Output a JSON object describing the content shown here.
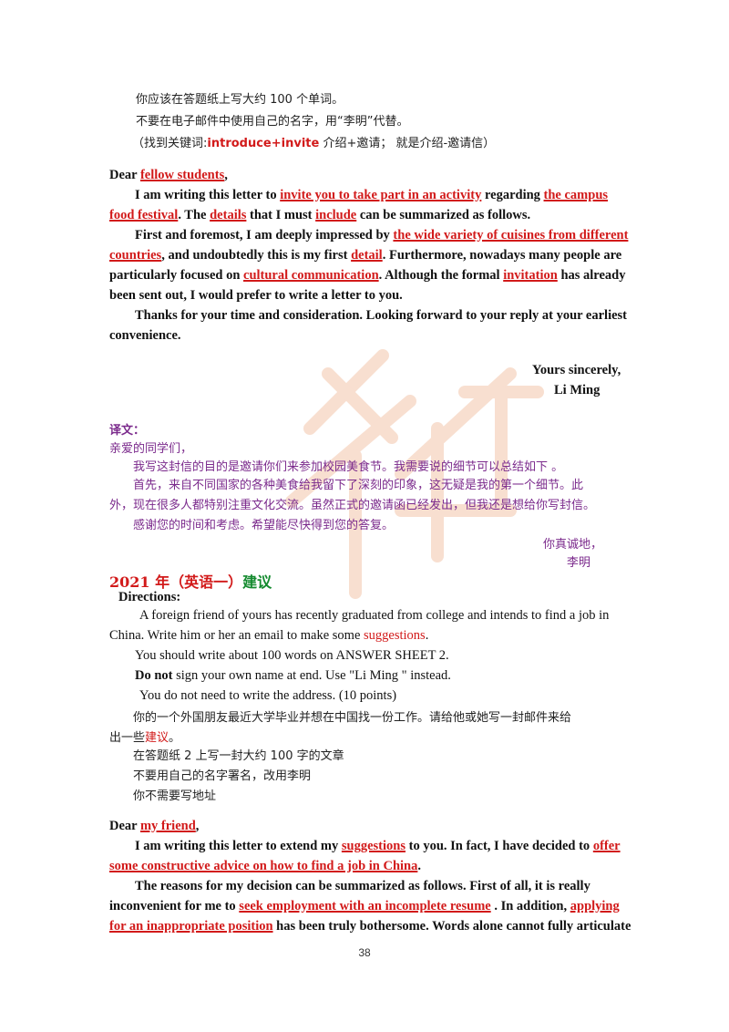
{
  "intro_block": {
    "line1": "你应该在答题纸上写大约 100 个单词。",
    "line2": "不要在电子邮件中使用自己的名字，用“李明”代替。",
    "line3_prefix": "（找到关键词:",
    "line3_keyword": "introduce+invite",
    "line3_suffix": " 介绍+邀请；  就是介绍-邀请信）"
  },
  "letter1": {
    "salutation_dear": "Dear ",
    "salutation_name": "fellow students",
    "salutation_comma": ",",
    "p1_a": "I am writing this letter to ",
    "p1_b": "invite you to take part in an activity",
    "p1_c": " regarding ",
    "p1_d": "the campus",
    "p1_e": "food festival",
    "p1_f": ". The ",
    "p1_g": "details",
    "p1_h": " that I must ",
    "p1_i": "include",
    "p1_j": " can be summarized as follows.",
    "p2_a": "First and foremost, I am deeply impressed by ",
    "p2_b": "the wide variety of cuisines from different",
    "p2_c": "countries",
    "p2_d": ", and undoubtedly this is my first ",
    "p2_e": "detail",
    "p2_f": ". Furthermore, nowadays many people are",
    "p2_g": "particularly focused on ",
    "p2_h": "cultural communication",
    "p2_i": ". Although the formal ",
    "p2_j": "invitation",
    "p2_k": " has already",
    "p2_l": "been sent out, I would prefer to write a letter to you.",
    "p3_a": "Thanks for your time and consideration. Looking forward to your reply at your earliest",
    "p3_b": "convenience.",
    "closing": "Yours sincerely,",
    "signature": "Li Ming"
  },
  "translation": {
    "heading": "译文：",
    "salutation": "亲爱的同学们，",
    "p1": "我写这封信的目的是邀请你们来参加校园美食节。我需要说的细节可以总结如下 。",
    "p2_a": "首先，来自不同国家的各种美食给我留下了深刻的印象，这无疑是我的第一个细节。此",
    "p2_b": "外，现在很多人都特别注重文化交流。虽然正式的邀请函已经发出，但我还是想给你写封信。",
    "p3": "感谢您的时间和考虑。希望能尽快得到您的答复。",
    "closing": "你真诚地，",
    "signature": "李明"
  },
  "section2021": {
    "title_black": "2021 年（英语一）",
    "title_green": "建议",
    "directions_label": "Directions:",
    "d1_a": "A foreign friend of yours has recently graduated from college and intends to find a job in",
    "d1_b": "China. Write him or her an email to make some ",
    "d1_c": "suggestions",
    "d1_d": ".",
    "d2": "You should write about 100 words on ANSWER SHEET 2.",
    "d3_bold": "Do not",
    "d3_rest": " sign your own name at end. Use \"Li Ming \" instead.",
    "d4": "You do not need to write the address. (10 points)",
    "zh1_a": "你的一个外国朋友最近大学毕业并想在中国找一份工作。请给他或她写一封邮件来给",
    "zh1_b": "出一些",
    "zh1_c": "建议",
    "zh1_d": "。",
    "zh2": "在答题纸 2 上写一封大约 100 字的文章",
    "zh3": "不要用自己的名字署名，改用李明",
    "zh4": "你不需要写地址"
  },
  "letter2": {
    "salutation_dear": "Dear ",
    "salutation_name": "my friend",
    "salutation_comma": ",",
    "p1_a": "I am writing this letter to extend my ",
    "p1_b": "suggestions",
    "p1_c": " to you. In fact, I have decided to ",
    "p1_d": "offer",
    "p1_e": "some constructive advice on how to find a job in China",
    "p1_f": ".",
    "p2_a": "The reasons for my decision can be summarized as follows. First of all, it is really",
    "p2_b": "inconvenient for me to ",
    "p2_c": "seek employment with an incomplete resume",
    "p2_d": " . In addition, ",
    "p2_e": "applying",
    "p2_f": "for an inappropriate position",
    "p2_g": " has been truly bothersome. Words alone cannot fully articulate"
  },
  "page_number": "38"
}
